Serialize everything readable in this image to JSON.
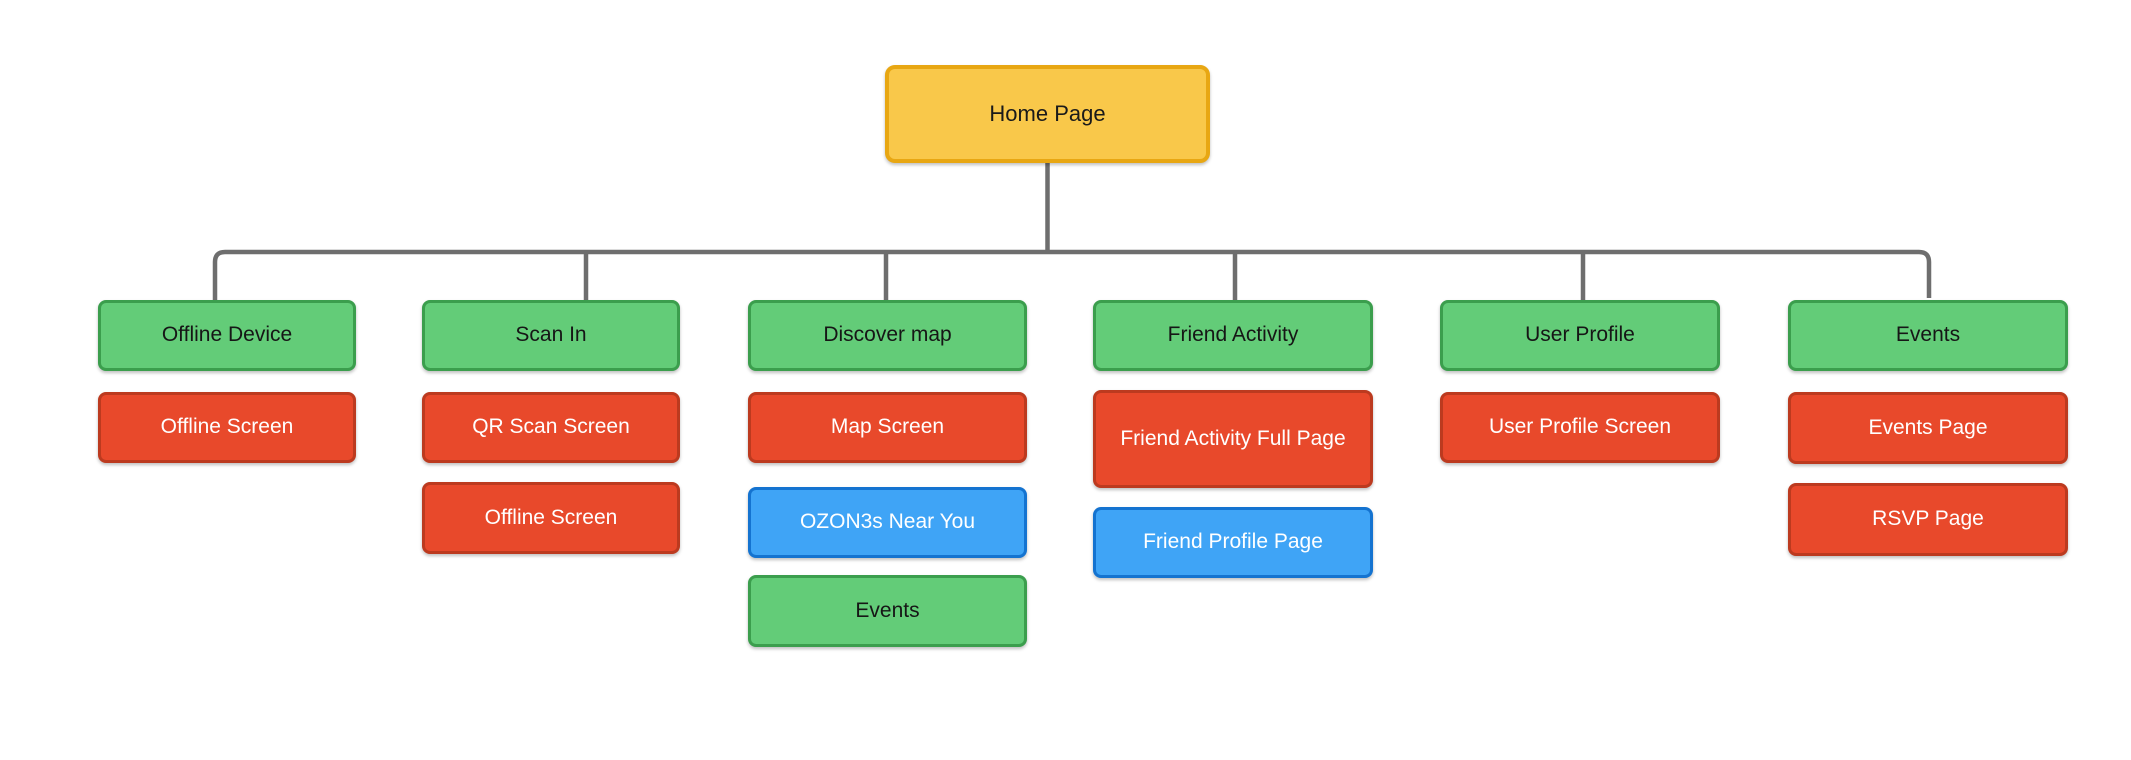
{
  "diagram": {
    "background": "#ffffff",
    "connector_color": "#6e6e6e",
    "palette": {
      "root": {
        "fill": "#f9c84a",
        "border": "#e8a713",
        "text": "#1a1a1a"
      },
      "section": {
        "fill": "#63cc78",
        "border": "#3b9e4d",
        "text": "#161616"
      },
      "screen": {
        "fill": "#e8492b",
        "border": "#bc3a1f",
        "text": "#ffffff"
      },
      "highlight": {
        "fill": "#3fa4f6",
        "border": "#1473d0",
        "text": "#ffffff"
      }
    },
    "root": {
      "label": "Home Page",
      "variant": "root"
    },
    "columns": [
      {
        "header": {
          "label": "Offline Device",
          "variant": "section"
        },
        "children": [
          {
            "label": "Offline Screen",
            "variant": "screen"
          }
        ]
      },
      {
        "header": {
          "label": "Scan In",
          "variant": "section"
        },
        "children": [
          {
            "label": "QR Scan Screen",
            "variant": "screen"
          },
          {
            "label": "Offline Screen",
            "variant": "screen"
          }
        ]
      },
      {
        "header": {
          "label": "Discover map",
          "variant": "section"
        },
        "children": [
          {
            "label": "Map Screen",
            "variant": "screen"
          },
          {
            "label": "OZON3s Near You",
            "variant": "highlight"
          },
          {
            "label": "Events",
            "variant": "section"
          }
        ]
      },
      {
        "header": {
          "label": "Friend Activity",
          "variant": "section"
        },
        "children": [
          {
            "label": "Friend Activity Full Page",
            "variant": "screen"
          },
          {
            "label": "Friend Profile Page",
            "variant": "highlight"
          }
        ]
      },
      {
        "header": {
          "label": "User Profile",
          "variant": "section"
        },
        "children": [
          {
            "label": "User Profile Screen",
            "variant": "screen"
          }
        ]
      },
      {
        "header": {
          "label": "Events",
          "variant": "section"
        },
        "children": [
          {
            "label": "Events Page",
            "variant": "screen"
          },
          {
            "label": "RSVP Page",
            "variant": "screen"
          }
        ]
      }
    ]
  }
}
